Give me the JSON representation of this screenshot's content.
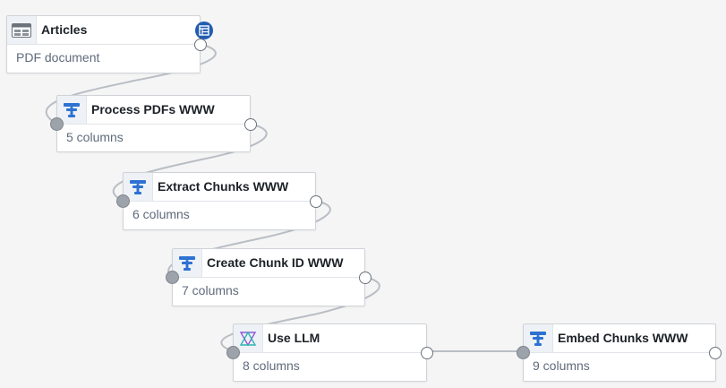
{
  "colors": {
    "background": "#f5f5f5",
    "edge": "#b9bec5",
    "transform_icon": "#2d72d2",
    "badge": "#215db0"
  },
  "nodes": [
    {
      "id": "articles",
      "title": "Articles",
      "subtitle": "PDF document",
      "icon": "dataset-table-icon"
    },
    {
      "id": "process-pdfs",
      "title": "Process PDFs WWW",
      "subtitle": "5 columns",
      "icon": "transform-icon"
    },
    {
      "id": "extract-chunks",
      "title": "Extract Chunks WWW",
      "subtitle": "6 columns",
      "icon": "transform-icon"
    },
    {
      "id": "create-chunk-id",
      "title": "Create Chunk ID WWW",
      "subtitle": "7 columns",
      "icon": "transform-icon"
    },
    {
      "id": "use-llm",
      "title": "Use LLM",
      "subtitle": "8 columns",
      "icon": "llm-icon"
    },
    {
      "id": "embed-chunks",
      "title": "Embed Chunks WWW",
      "subtitle": "9 columns",
      "icon": "transform-icon"
    }
  ]
}
